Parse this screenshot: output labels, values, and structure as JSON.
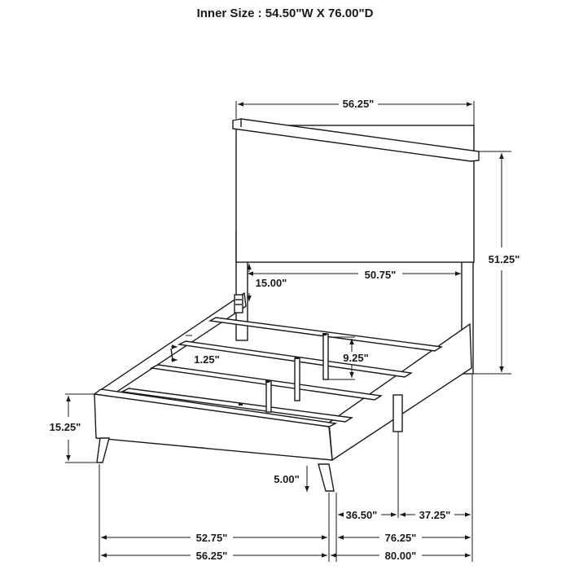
{
  "title": "Inner Size : 54.50\"W X 76.00\"D",
  "dimensions": {
    "headboard_width": "56.25\"",
    "total_height": "51.25\"",
    "inner_width": "50.75\"",
    "leg_height": "15.00\"",
    "slat_gap": "1.25\"",
    "rail_height": "9.25\"",
    "footboard_height": "15.25\"",
    "footboard_clearance": "5.00\"",
    "side_front_length": "36.50\"",
    "side_back_length": "37.25\"",
    "foot_inner_width": "52.75\"",
    "side_length": "76.25\"",
    "foot_width": "56.25\"",
    "overall_length": "80.00\""
  }
}
